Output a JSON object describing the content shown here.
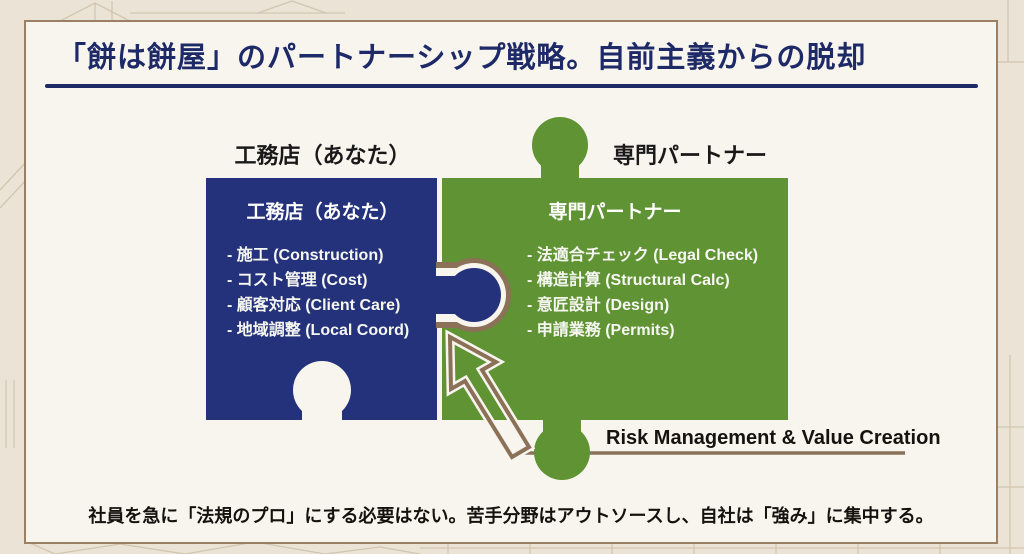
{
  "slide": {
    "title": "「餅は餅屋」のパートナーシップ戦略。自前主義からの脱却",
    "left_column_label": "工務店（あなた）",
    "right_column_label": "専門パートナー",
    "left_piece": {
      "header": "工務店（あなた）",
      "items": [
        "- 施工 (Construction)",
        "- コスト管理 (Cost)",
        "- 顧客対応 (Client Care)",
        "- 地域調整 (Local Coord)"
      ]
    },
    "right_piece": {
      "header": "専門パートナー",
      "items": [
        "- 法適合チェック (Legal Check)",
        "- 構造計算 (Structural Calc)",
        "- 意匠設計 (Design)",
        "- 申請業務 (Permits)"
      ]
    },
    "callout_label": "Risk Management & Value Creation",
    "footer": "社員を急に「法規のプロ」にする必要はない。苦手分野はアウトソースし、自社は「強み」に集中する。"
  },
  "colors": {
    "page_background": "#ebe4d6",
    "card_background": "#f8f5ee",
    "card_border": "#9b8066",
    "title_navy": "#1e2a68",
    "piece_blue": "#24327c",
    "piece_green": "#5f9334",
    "accent_brown": "#8a7157",
    "blueprint_line": "#d2c4ae"
  }
}
